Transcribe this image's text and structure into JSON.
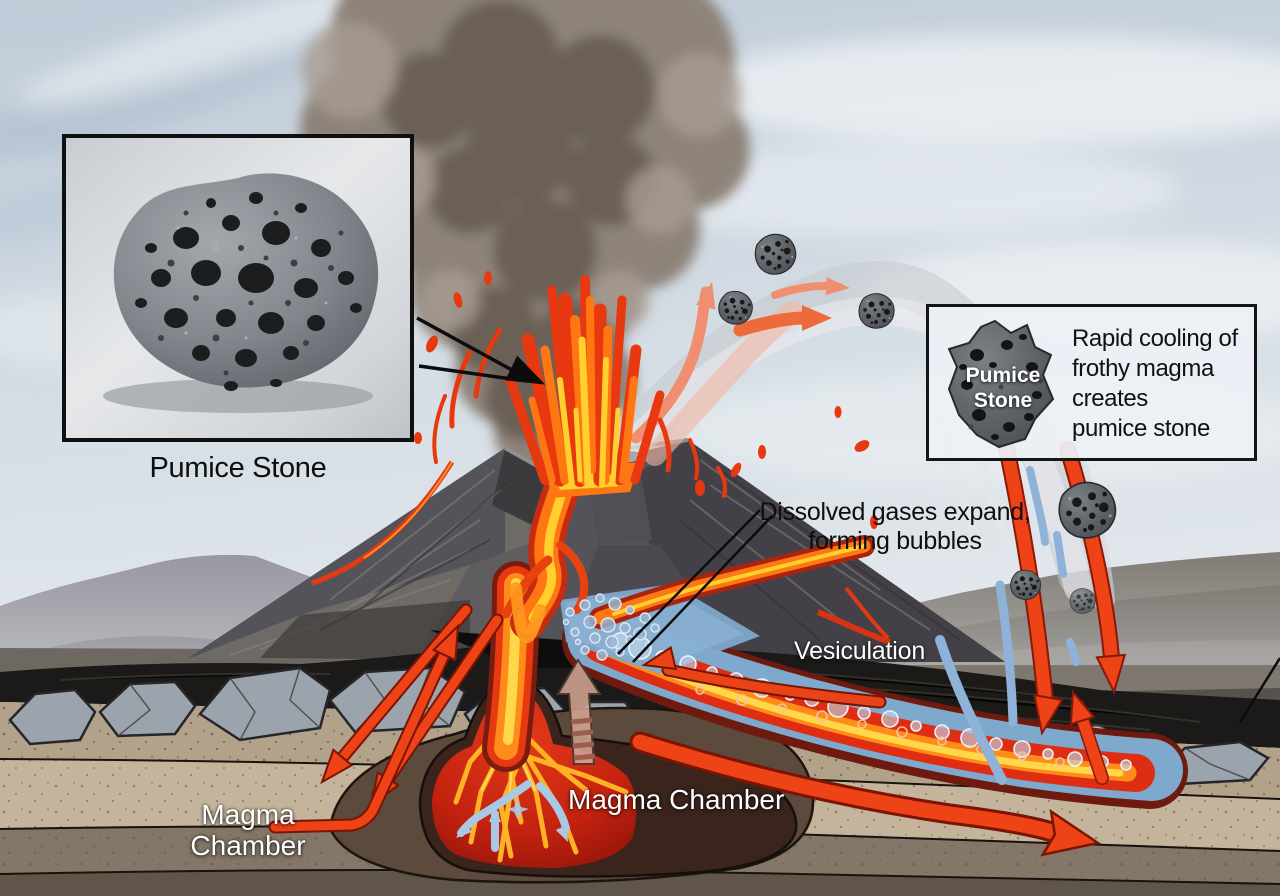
{
  "inset": {
    "caption": "Pumice Stone"
  },
  "infobox": {
    "stone_label": [
      "Pumice",
      "Stone"
    ],
    "lines": [
      "Rapid cooling of",
      "frothy magma",
      "creates",
      "pumice stone"
    ]
  },
  "labels": {
    "dissolved": [
      "Dissolved gases expand,",
      "forming bubbles"
    ],
    "vesiculation": "Vesiculation",
    "magma_left": [
      "Magma",
      "Chamber"
    ],
    "magma_right": "Magma Chamber"
  },
  "colors": {
    "lava_red": "#e8380f",
    "lava_orange": "#ff7712",
    "lava_yellow": "#ffd02e",
    "vesicle_blue": "#7ea8cc",
    "arrow_red": "#ee4217",
    "arrow_salmon": "#ef8e70",
    "ash_gray": "#8a7f77",
    "stone_gray": "#6f747a"
  }
}
